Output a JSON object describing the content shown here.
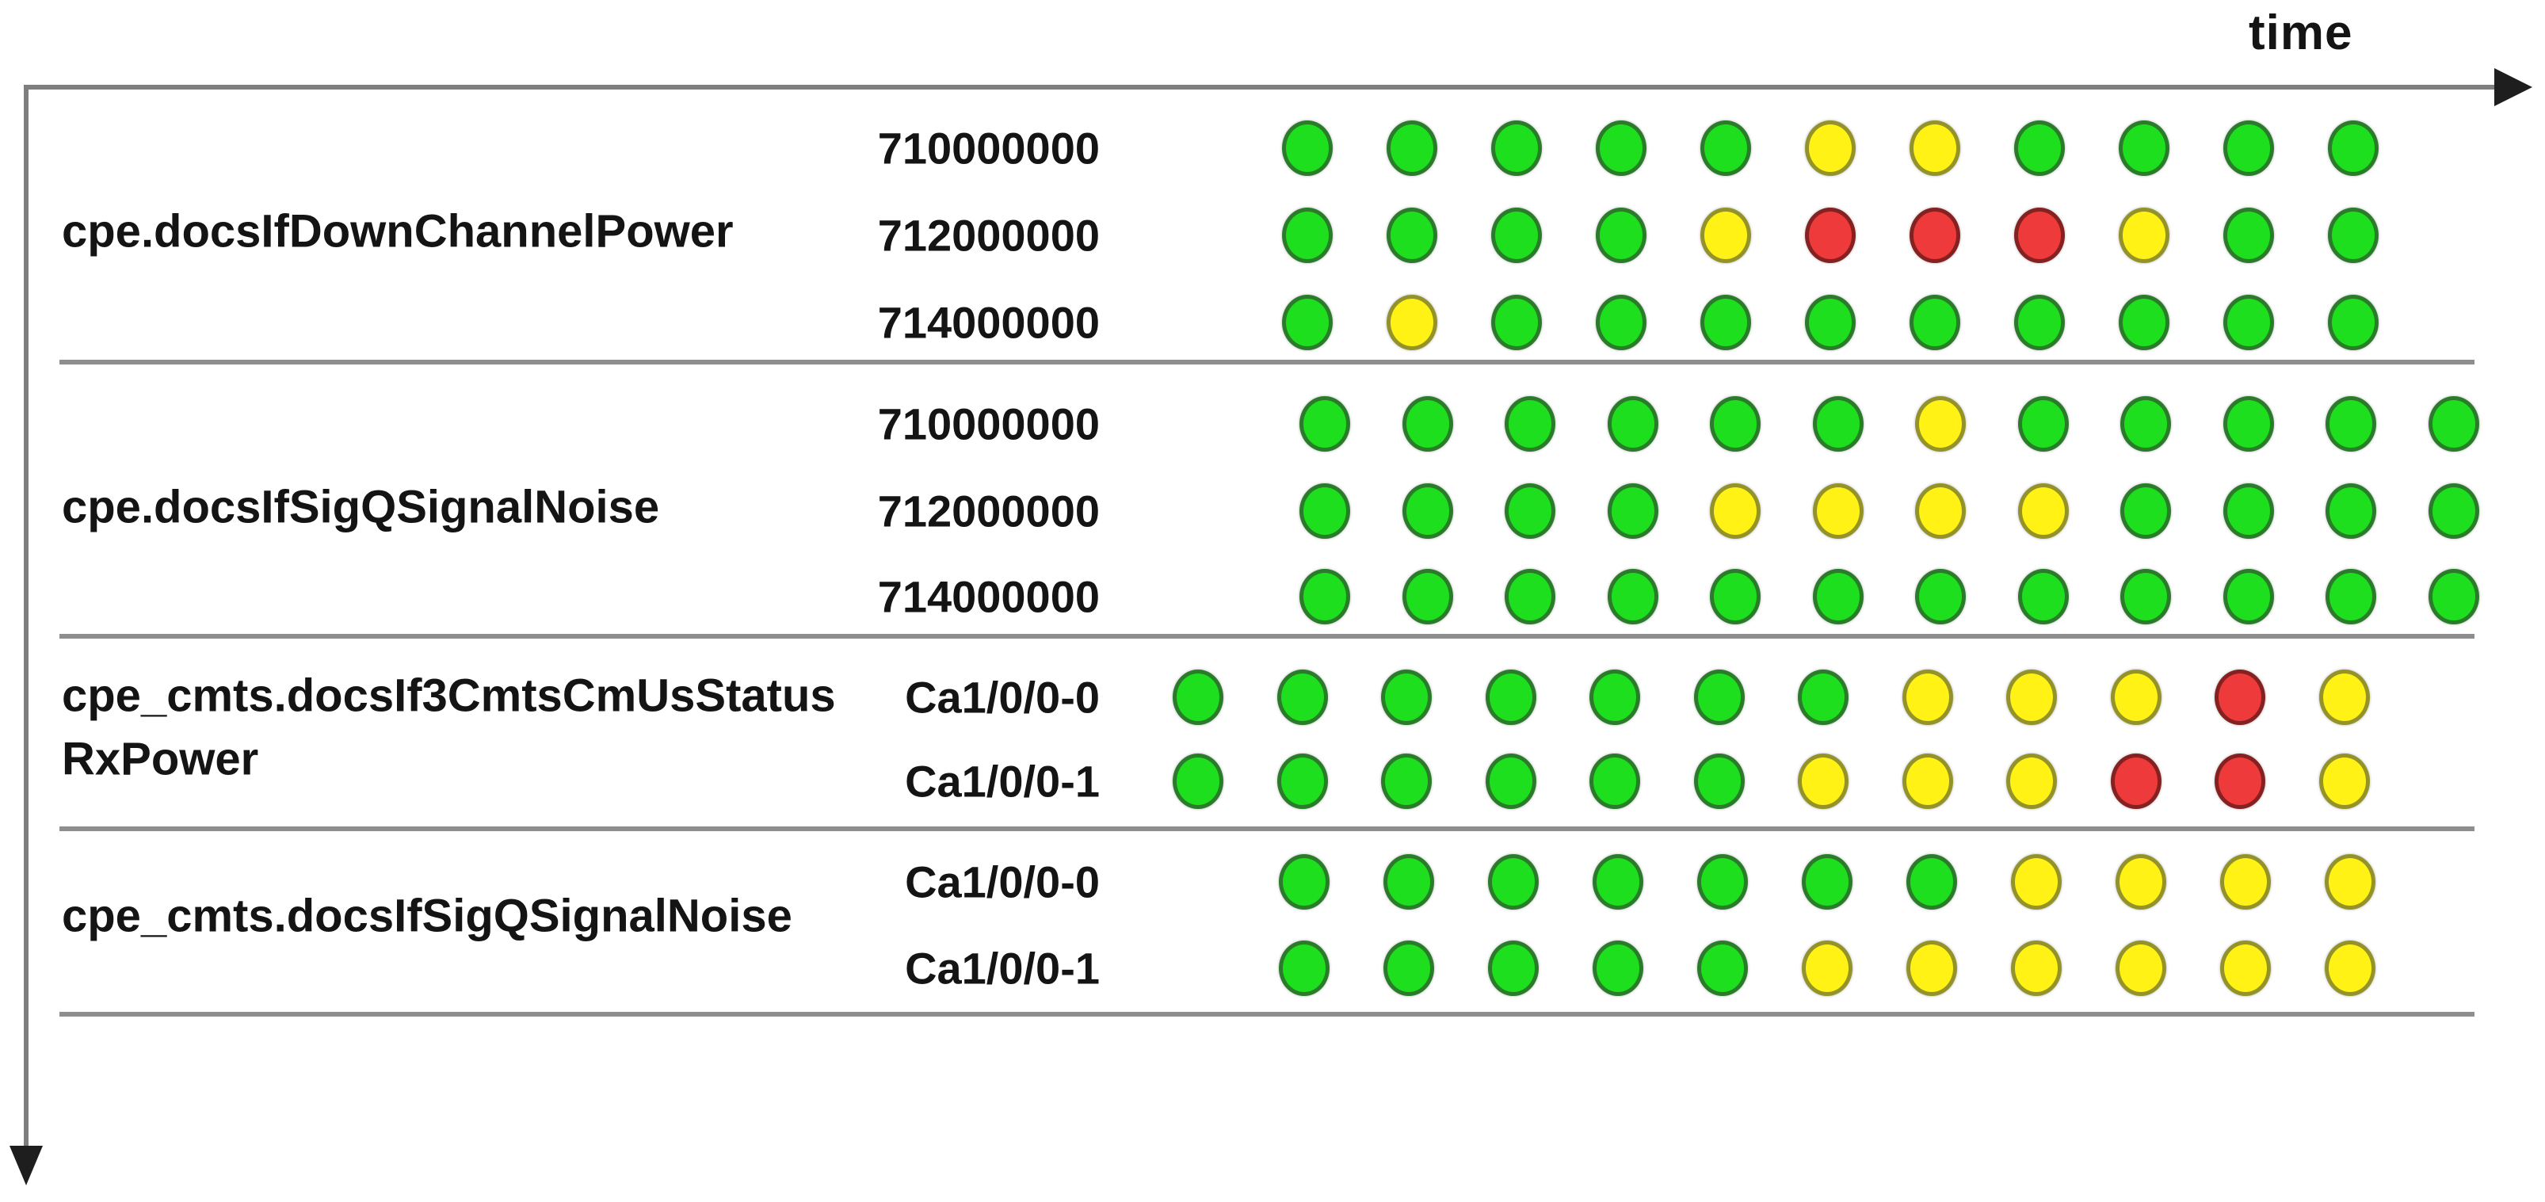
{
  "axes": {
    "time_label": "time"
  },
  "status_colors": {
    "green": {
      "fill": "#1ddf1d",
      "border": "#2a7c2a"
    },
    "yellow": {
      "fill": "#fff214",
      "border": "#93932a"
    },
    "red": {
      "fill": "#ee3a3a",
      "border": "#862121"
    }
  },
  "groups": [
    {
      "metric_lines": [
        "cpe.docsIfDownChannelPower"
      ],
      "rows": [
        {
          "channel": "710000000",
          "dots": "GGGGGYYGGGG"
        },
        {
          "channel": "712000000",
          "dots": "GGGGYRRRYGG"
        },
        {
          "channel": "714000000",
          "dots": "GYGGGGGGGGG"
        }
      ]
    },
    {
      "metric_lines": [
        "cpe.docsIfSigQSignalNoise"
      ],
      "rows": [
        {
          "channel": "710000000",
          "dots": "GGGGGGYGGGGG"
        },
        {
          "channel": "712000000",
          "dots": "GGGGYYYYGGGG"
        },
        {
          "channel": "714000000",
          "dots": "GGGGGGGGGGGG"
        }
      ]
    },
    {
      "metric_lines": [
        "cpe_cmts.docsIf3CmtsCmUsStatus",
        "RxPower"
      ],
      "rows": [
        {
          "channel": "Ca1/0/0-0",
          "dots": "GGGGGGGYYYRY"
        },
        {
          "channel": "Ca1/0/0-1",
          "dots": "GGGGGGYYYRRY"
        }
      ]
    },
    {
      "metric_lines": [
        "cpe_cmts.docsIfSigQSignalNoise"
      ],
      "rows": [
        {
          "channel": "Ca1/0/0-0",
          "dots": "GGGGGGGYYYY"
        },
        {
          "channel": "Ca1/0/0-1",
          "dots": "GGGGGYYYYYY"
        }
      ]
    }
  ],
  "chart_data": {
    "type": "heatmap",
    "x_axis_label": "time",
    "cell_codes": {
      "G": "green",
      "Y": "yellow",
      "R": "red"
    },
    "rows": [
      {
        "metric": "cpe.docsIfDownChannelPower",
        "channel": "710000000",
        "states": [
          "G",
          "G",
          "G",
          "G",
          "G",
          "Y",
          "Y",
          "G",
          "G",
          "G",
          "G"
        ]
      },
      {
        "metric": "cpe.docsIfDownChannelPower",
        "channel": "712000000",
        "states": [
          "G",
          "G",
          "G",
          "G",
          "Y",
          "R",
          "R",
          "R",
          "Y",
          "G",
          "G"
        ]
      },
      {
        "metric": "cpe.docsIfDownChannelPower",
        "channel": "714000000",
        "states": [
          "G",
          "Y",
          "G",
          "G",
          "G",
          "G",
          "G",
          "G",
          "G",
          "G",
          "G"
        ]
      },
      {
        "metric": "cpe.docsIfSigQSignalNoise",
        "channel": "710000000",
        "states": [
          "G",
          "G",
          "G",
          "G",
          "G",
          "G",
          "Y",
          "G",
          "G",
          "G",
          "G",
          "G"
        ]
      },
      {
        "metric": "cpe.docsIfSigQSignalNoise",
        "channel": "712000000",
        "states": [
          "G",
          "G",
          "G",
          "G",
          "Y",
          "Y",
          "Y",
          "Y",
          "G",
          "G",
          "G",
          "G"
        ]
      },
      {
        "metric": "cpe.docsIfSigQSignalNoise",
        "channel": "714000000",
        "states": [
          "G",
          "G",
          "G",
          "G",
          "G",
          "G",
          "G",
          "G",
          "G",
          "G",
          "G",
          "G"
        ]
      },
      {
        "metric": "cpe_cmts.docsIf3CmtsCmUsStatusRxPower",
        "channel": "Ca1/0/0-0",
        "states": [
          "G",
          "G",
          "G",
          "G",
          "G",
          "G",
          "G",
          "Y",
          "Y",
          "Y",
          "R",
          "Y"
        ]
      },
      {
        "metric": "cpe_cmts.docsIf3CmtsCmUsStatusRxPower",
        "channel": "Ca1/0/0-1",
        "states": [
          "G",
          "G",
          "G",
          "G",
          "G",
          "G",
          "Y",
          "Y",
          "Y",
          "R",
          "R",
          "Y"
        ]
      },
      {
        "metric": "cpe_cmts.docsIfSigQSignalNoise",
        "channel": "Ca1/0/0-0",
        "states": [
          "G",
          "G",
          "G",
          "G",
          "G",
          "G",
          "G",
          "Y",
          "Y",
          "Y",
          "Y"
        ]
      },
      {
        "metric": "cpe_cmts.docsIfSigQSignalNoise",
        "channel": "Ca1/0/0-1",
        "states": [
          "G",
          "G",
          "G",
          "G",
          "G",
          "Y",
          "Y",
          "Y",
          "Y",
          "Y",
          "Y"
        ]
      }
    ]
  }
}
